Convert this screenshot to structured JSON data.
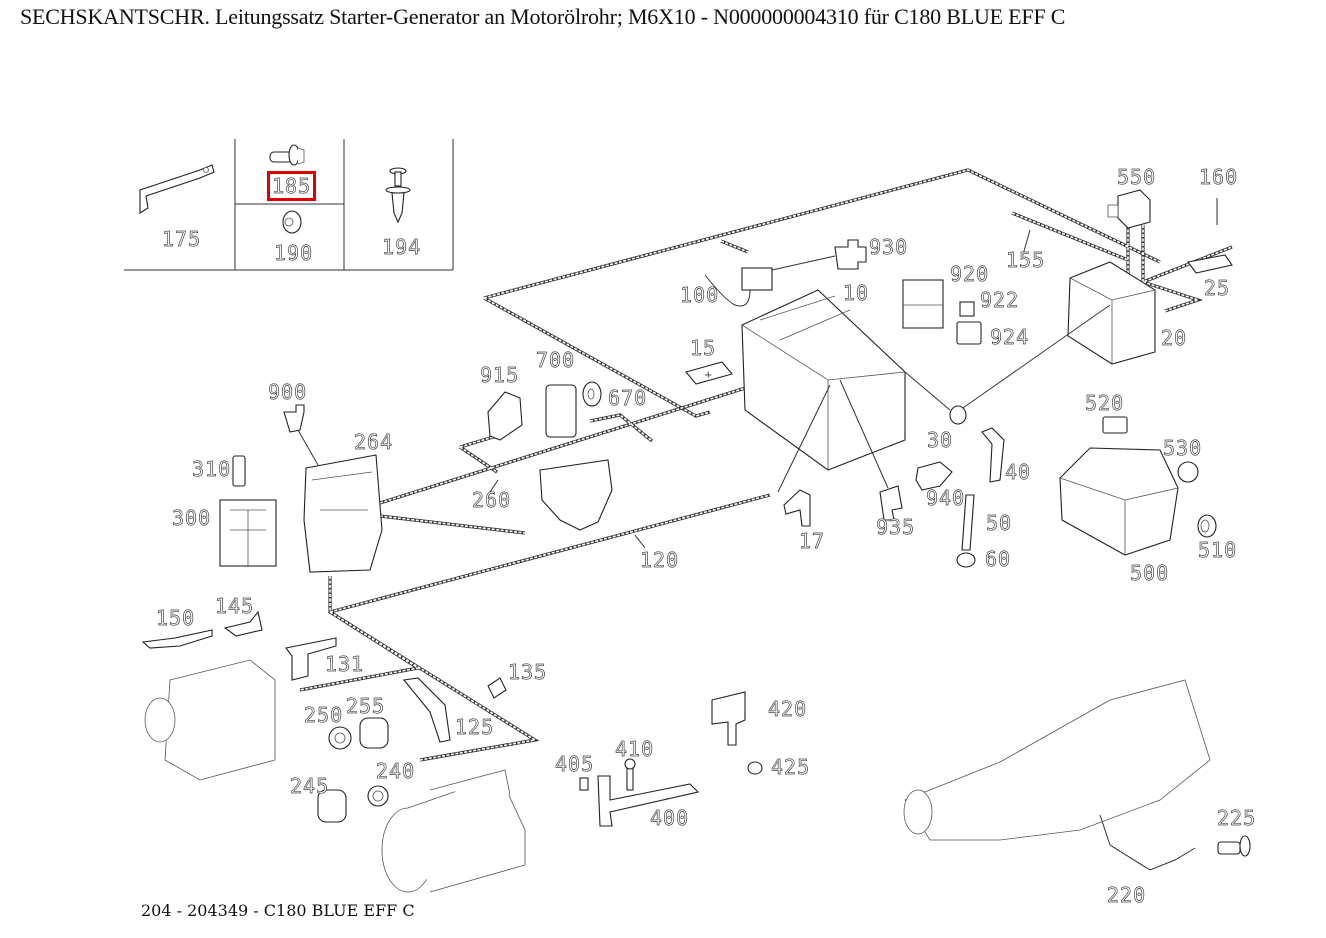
{
  "title": "SECHSKANTSCHR. Leitungssatz Starter-Generator an Motorölrohr; M6X10 - N000000004310 für C180 BLUE EFF C",
  "footer": "204 - 204349 - C180 BLUE EFF C",
  "highlight_color": "#e00000",
  "selected_part": "185",
  "inset": {
    "parts": [
      "175",
      "185",
      "190",
      "194"
    ]
  },
  "callouts": {
    "p175": "175",
    "p185": "185",
    "p190": "190",
    "p194": "194",
    "p550": "550",
    "p160": "160",
    "p930": "930",
    "p155": "155",
    "p920": "920",
    "p922": "922",
    "p924": "924",
    "p100": "100",
    "p10": "10",
    "p25": "25",
    "p20": "20",
    "p15": "15",
    "p915": "915",
    "p700": "700",
    "p670": "670",
    "p900": "900",
    "p264": "264",
    "p310": "310",
    "p300": "300",
    "p260": "260",
    "p120": "120",
    "p520": "520",
    "p530": "530",
    "p30": "30",
    "p40": "40",
    "p940": "940",
    "p50": "50",
    "p935": "935",
    "p17": "17",
    "p60": "60",
    "p510": "510",
    "p500": "500",
    "p150": "150",
    "p145": "145",
    "p131": "131",
    "p135": "135",
    "p250": "250",
    "p255": "255",
    "p125": "125",
    "p245": "245",
    "p240": "240",
    "p420": "420",
    "p410": "410",
    "p405": "405",
    "p425": "425",
    "p400": "400",
    "p225": "225",
    "p220": "220"
  }
}
